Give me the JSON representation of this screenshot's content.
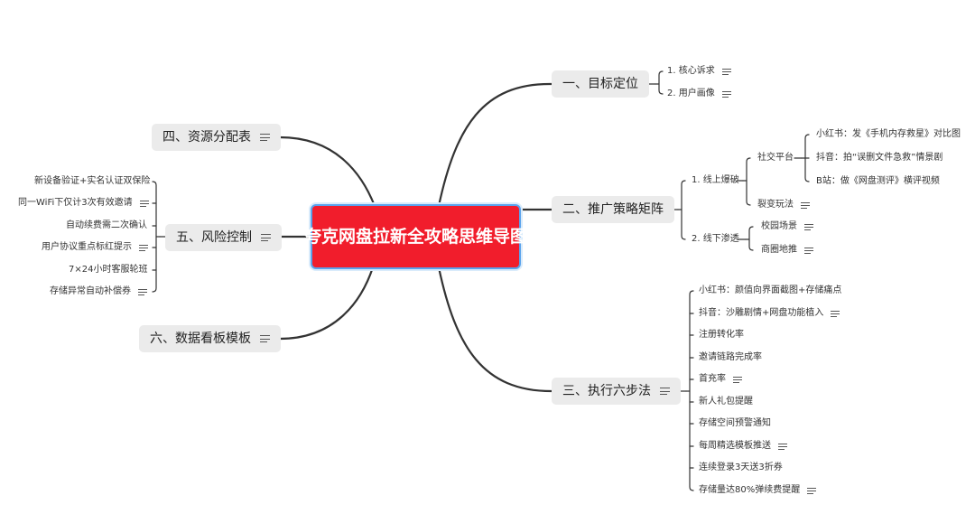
{
  "title": "夸克网盘拉新全攻略思维导图",
  "icons": {
    "note": "note-lines-icon"
  },
  "colors": {
    "root_fill": "#f11d2c",
    "root_border": "#5aa3ec",
    "branch_fill": "#ebebeb",
    "line": "#333333"
  },
  "branches": {
    "goal": {
      "label": "一、目标定位",
      "items": [
        {
          "label": "1. 核心诉求"
        },
        {
          "label": "2. 用户画像"
        }
      ]
    },
    "strategy": {
      "label": "二、推广策略矩阵",
      "online": {
        "label": "1. 线上爆破",
        "social": {
          "label": "社交平台",
          "items": [
            {
              "label": "小红书：发《手机内存救星》对比图"
            },
            {
              "label": "抖音：拍“误删文件急救”情景剧"
            },
            {
              "label": "B站：做《网盘测评》横评视频"
            }
          ]
        },
        "viral": {
          "label": "裂变玩法"
        }
      },
      "offline": {
        "label": "2. 线下渗透",
        "items": [
          {
            "label": "校园场景"
          },
          {
            "label": "商圈地推"
          }
        ]
      }
    },
    "execution": {
      "label": "三、执行六步法",
      "items": [
        {
          "label": "小红书：颜值向界面截图+存储痛点"
        },
        {
          "label": "抖音：沙雕剧情+网盘功能植入"
        },
        {
          "label": "注册转化率"
        },
        {
          "label": "邀请链路完成率"
        },
        {
          "label": "首充率"
        },
        {
          "label": "新人礼包提醒"
        },
        {
          "label": "存储空间预警通知"
        },
        {
          "label": "每周精选模板推送"
        },
        {
          "label": "连续登录3天送3折券"
        },
        {
          "label": "存储量达80%弹续费提醒"
        }
      ]
    },
    "resources": {
      "label": "四、资源分配表"
    },
    "risk": {
      "label": "五、风险控制",
      "items": [
        {
          "label": "新设备验证+实名认证双保险"
        },
        {
          "label": "同一WiFi下仅计3次有效邀请"
        },
        {
          "label": "自动续费需二次确认"
        },
        {
          "label": "用户协议重点标红提示"
        },
        {
          "label": "7×24小时客服轮班"
        },
        {
          "label": "存储异常自动补偿券"
        }
      ]
    },
    "dashboard": {
      "label": "六、数据看板模板"
    }
  }
}
